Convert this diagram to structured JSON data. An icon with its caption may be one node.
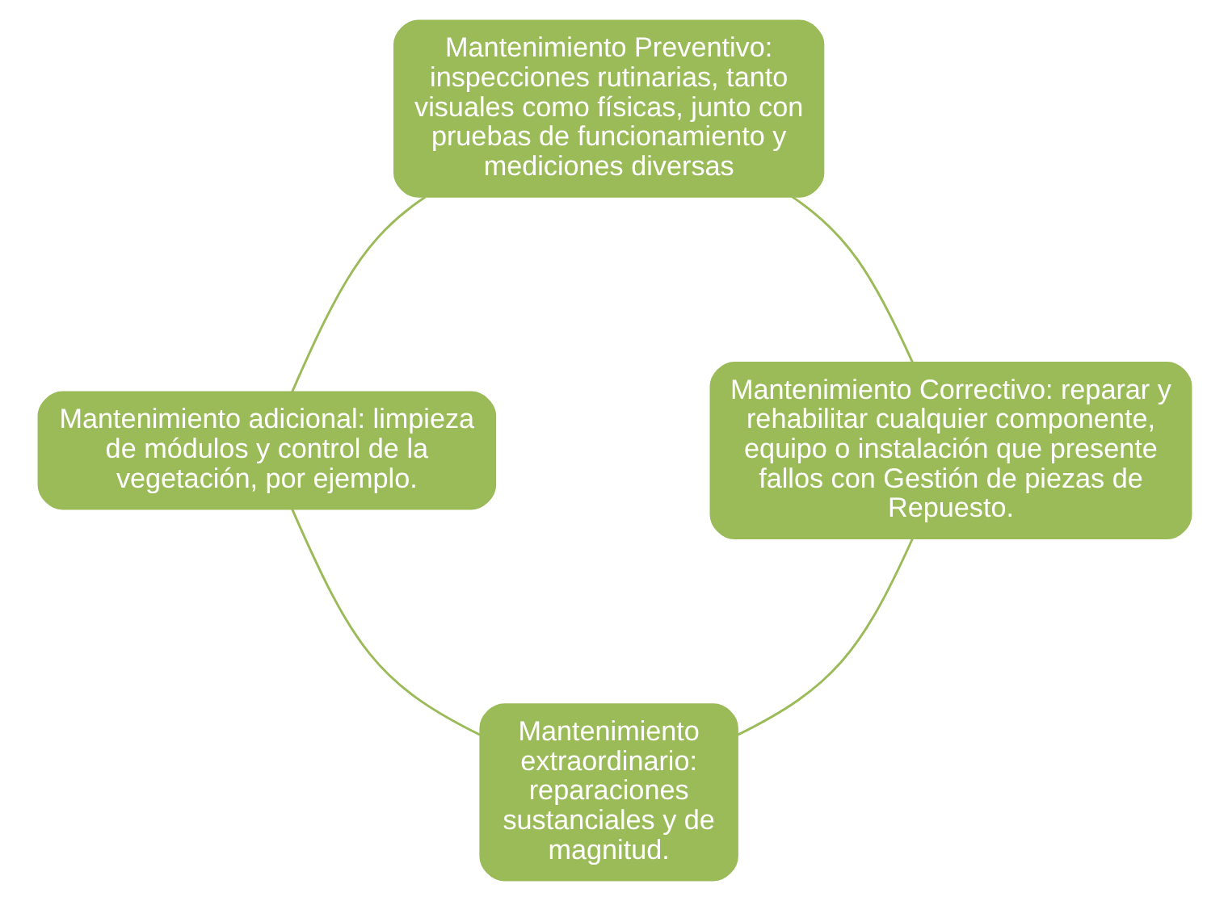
{
  "diagram": {
    "nodes": [
      {
        "text": [
          "Mantenimiento Preventivo: inspecciones rutinarias, tanto visuales como físicas, junto con pruebas de funcionamiento y mediciones diversas"
        ]
      },
      {
        "text": [
          "Mantenimiento adicional: limpieza de módulos y control de la vegetación, por ejemplo."
        ]
      },
      {
        "text": [
          "Mantenimiento Correctivo: reparar y rehabilitar cualquier componente, equipo o instalación que presente fallos con Gestión de piezas de Repuesto."
        ]
      },
      {
        "text": [
          "Mantenimiento extraordinario: reparaciones sustanciales y de magnitud."
        ]
      }
    ],
    "edges": [
      {
        "from": 0,
        "to": 2,
        "arrow": "none"
      },
      {
        "from": 2,
        "to": 3,
        "arrow": "none"
      },
      {
        "from": 3,
        "to": 1,
        "arrow": "none"
      },
      {
        "from": 1,
        "to": 0,
        "arrow": "none"
      }
    ]
  }
}
